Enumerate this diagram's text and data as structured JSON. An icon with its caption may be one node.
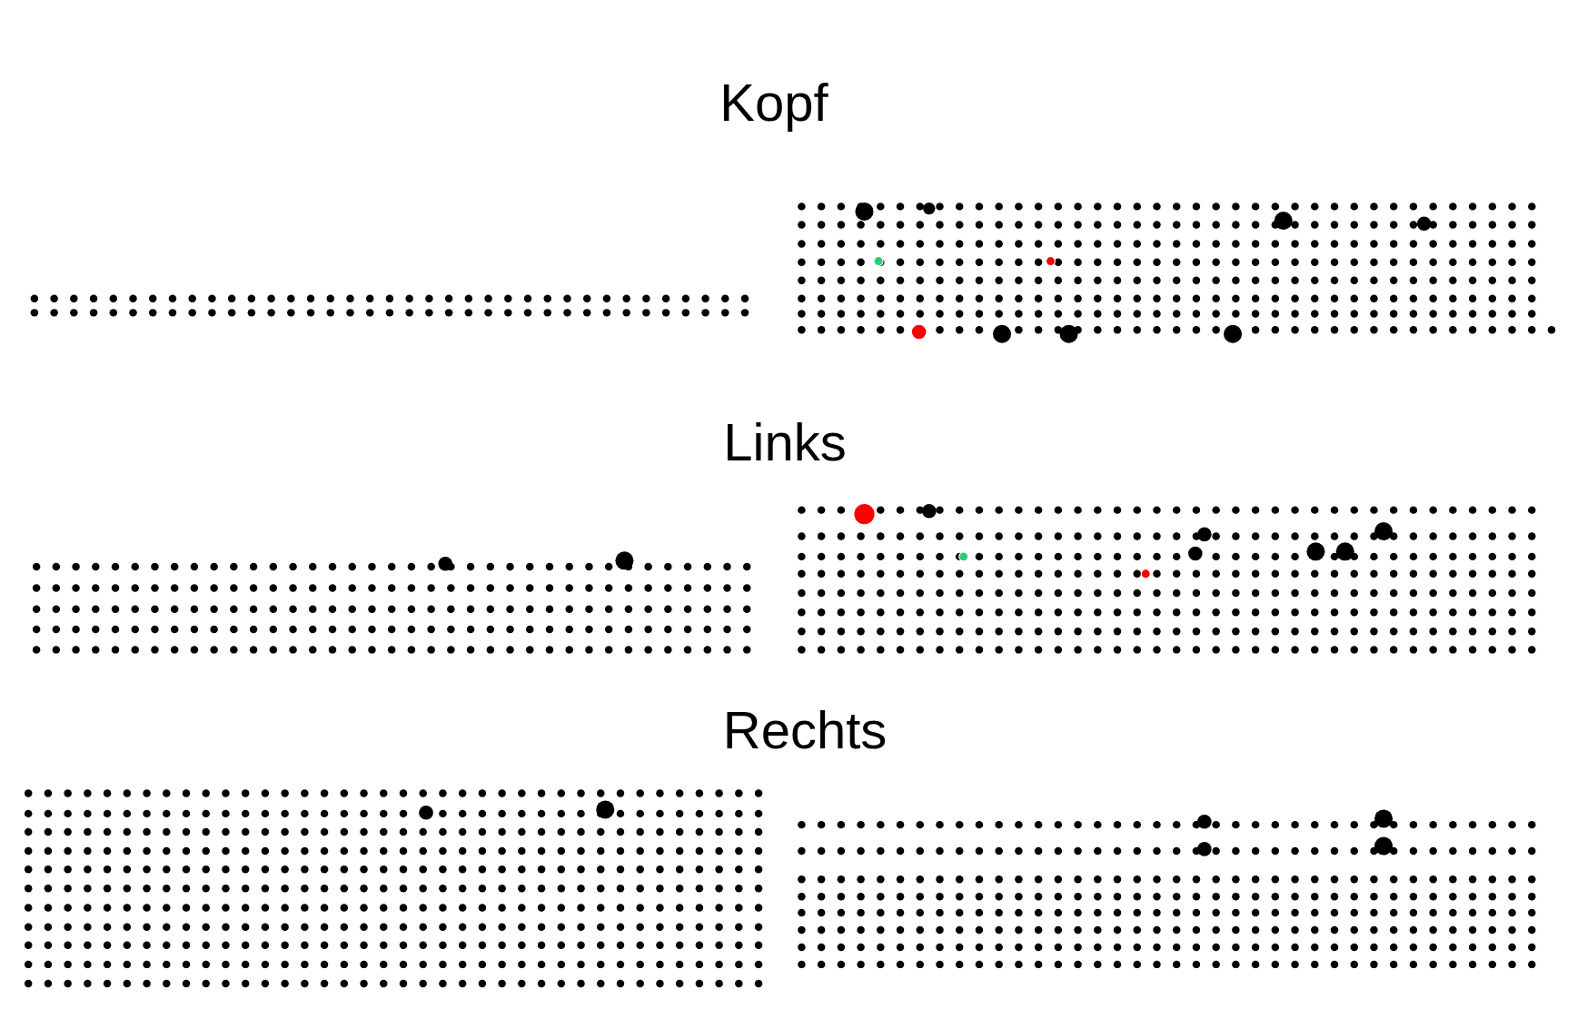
{
  "diagram": {
    "labels": [
      "Kopf",
      "Links",
      "Rechts"
    ]
  }
}
